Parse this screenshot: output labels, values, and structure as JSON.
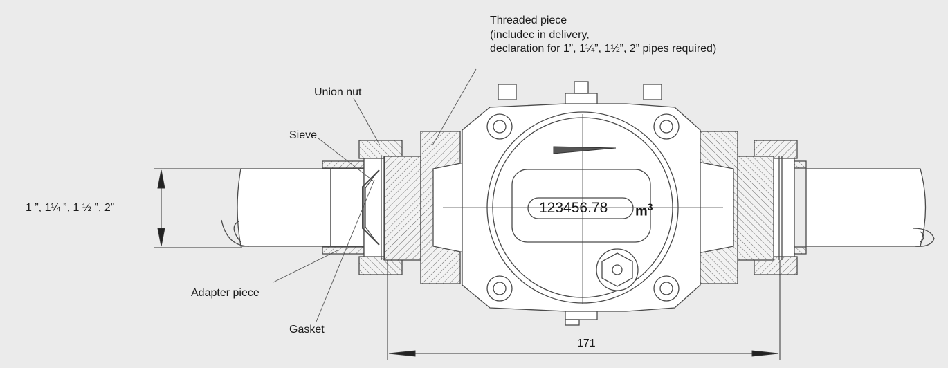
{
  "labels": {
    "threaded_piece": {
      "title": "Threaded piece",
      "line2": "(includec in delivery,",
      "line3": "declaration for 1”, 1¼”, 1½”, 2” pipes required)"
    },
    "union_nut": "Union nut",
    "sieve": "Sieve",
    "pipe_size": "1 ”, 1¼ ”, 1 ½ ”, 2”",
    "adapter_piece": "Adapter piece",
    "gasket": "Gasket",
    "length_dimension": "171"
  },
  "counter": {
    "reading": "123456.78",
    "unit": "m",
    "unit_exponent": "3"
  }
}
